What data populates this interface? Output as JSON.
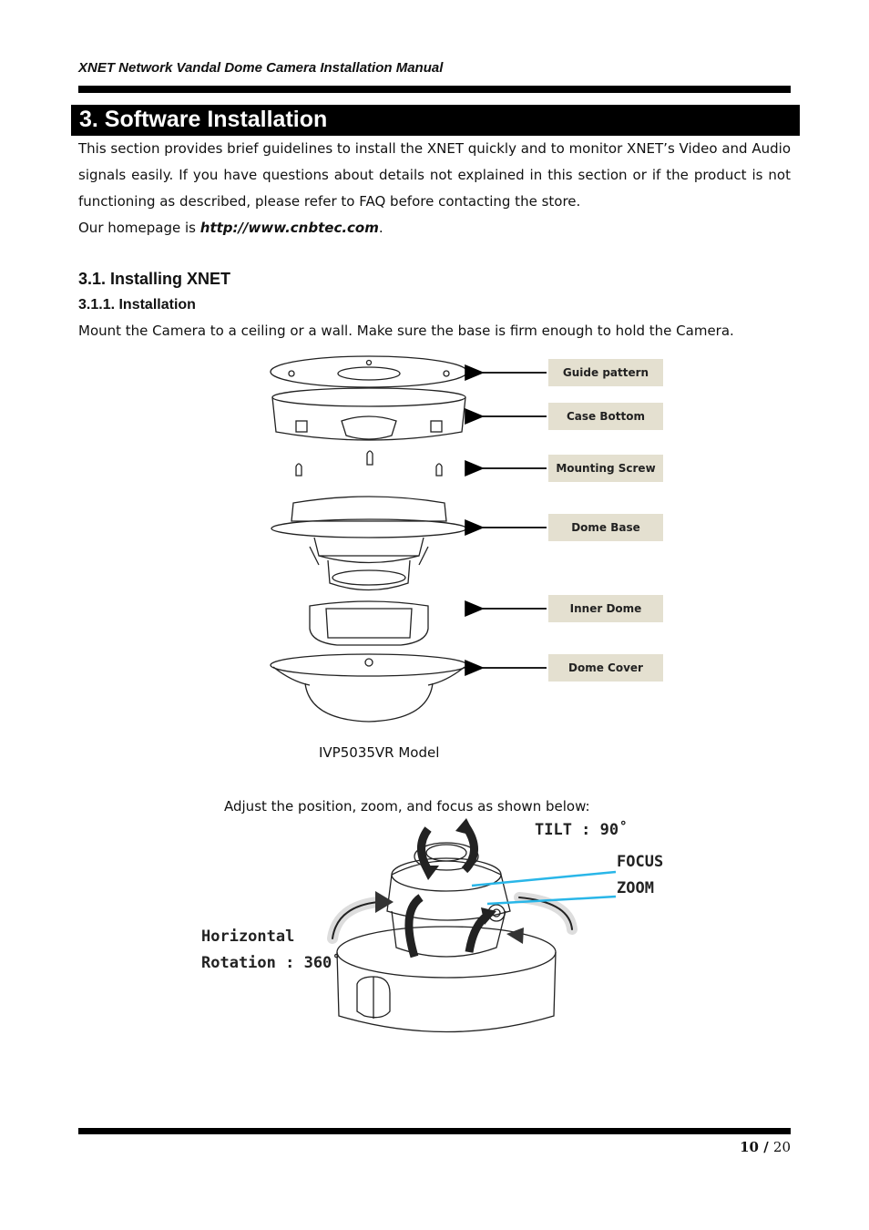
{
  "header": {
    "title": "XNET Network Vandal Dome Camera Installation Manual"
  },
  "section": {
    "title": "3. Software Installation"
  },
  "intro": {
    "line1": "This section provides brief guidelines to install the XNET quickly and to monitor XNET’s Video and Audio",
    "line2": "signals easily.  If you have questions about details not explained in this section or if the product is not",
    "line3": "functioning as described, please refer to FAQ before contacting the store.",
    "homepage_prefix": "Our homepage is ",
    "homepage_link": "http://www.cnbtec.com",
    "homepage_suffix": "."
  },
  "subsection": {
    "title": "3.1. Installing XNET"
  },
  "subsubsection": {
    "title": "3.1.1. Installation"
  },
  "mount_text": "Mount the Camera to a ceiling or a wall. Make sure the base is firm enough to hold the Camera.",
  "diagram1": {
    "labels": [
      "Guide pattern",
      "Case Bottom",
      "Mounting Screw",
      "Dome Base",
      "Inner Dome",
      "Dome Cover"
    ],
    "caption": "IVP5035VR Model"
  },
  "adjust_text": "Adjust the position, zoom, and focus as shown below:",
  "diagram2": {
    "tilt": "TILT : 90˚",
    "focus": "FOCUS",
    "zoom": "ZOOM",
    "horizontal": "Horizontal",
    "rotation": "Rotation : 360˚",
    "focus_line_color": "#29b6e8"
  },
  "footer": {
    "page_current": "10",
    "page_sep": " / ",
    "page_total": "20"
  }
}
